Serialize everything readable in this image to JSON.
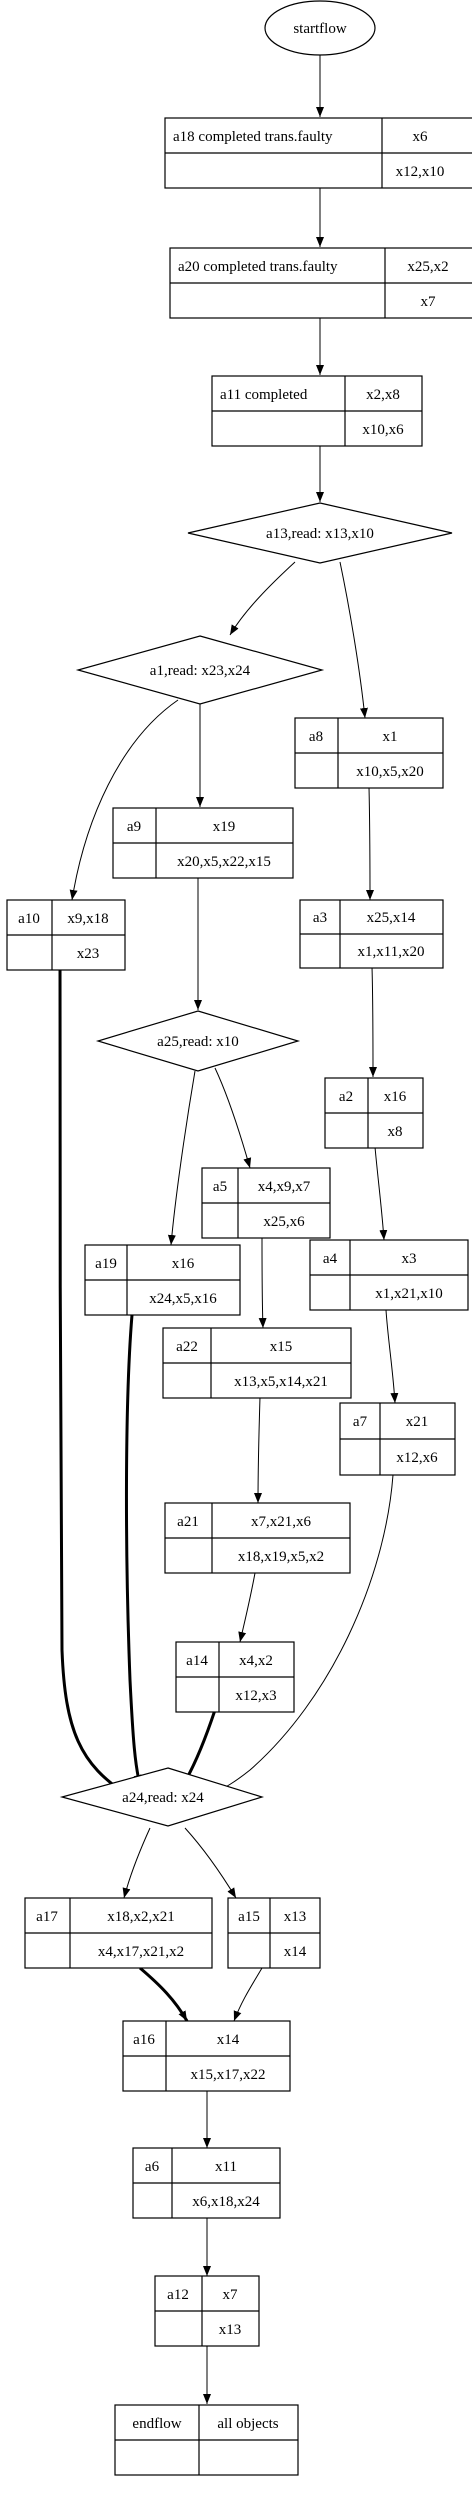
{
  "diagram": {
    "start": "startflow",
    "nodes": {
      "a18": {
        "label": "a18 completed trans.faulty",
        "writes": "x6",
        "reads": "x12,x10"
      },
      "a20": {
        "label": "a20 completed trans.faulty",
        "writes": "x25,x2",
        "reads": "x7"
      },
      "a11": {
        "label": "a11 completed",
        "writes": "x2,x8",
        "reads": "x10,x6"
      },
      "a8": {
        "label": "a8",
        "writes": "x1",
        "reads": "x10,x5,x20"
      },
      "a9": {
        "label": "a9",
        "writes": "x19",
        "reads": "x20,x5,x22,x15"
      },
      "a10": {
        "label": "a10",
        "writes": "x9,x18",
        "reads": "x23"
      },
      "a3": {
        "label": "a3",
        "writes": "x25,x14",
        "reads": "x1,x11,x20"
      },
      "a2": {
        "label": "a2",
        "writes": "x16",
        "reads": "x8"
      },
      "a5": {
        "label": "a5",
        "writes": "x4,x9,x7",
        "reads": "x25,x6"
      },
      "a19": {
        "label": "a19",
        "writes": "x16",
        "reads": "x24,x5,x16"
      },
      "a4": {
        "label": "a4",
        "writes": "x3",
        "reads": "x1,x21,x10"
      },
      "a22": {
        "label": "a22",
        "writes": "x15",
        "reads": "x13,x5,x14,x21"
      },
      "a7": {
        "label": "a7",
        "writes": "x21",
        "reads": "x12,x6"
      },
      "a21": {
        "label": "a21",
        "writes": "x7,x21,x6",
        "reads": "x18,x19,x5,x2"
      },
      "a14": {
        "label": "a14",
        "writes": "x4,x2",
        "reads": "x12,x3"
      },
      "a17": {
        "label": "a17",
        "writes": "x18,x2,x21",
        "reads": "x4,x17,x21,x2"
      },
      "a15": {
        "label": "a15",
        "writes": "x13",
        "reads": "x14"
      },
      "a16": {
        "label": "a16",
        "writes": "x14",
        "reads": "x15,x17,x22"
      },
      "a6": {
        "label": "a6",
        "writes": "x11",
        "reads": "x6,x18,x24"
      },
      "a12": {
        "label": "a12",
        "writes": "x7",
        "reads": "x13"
      },
      "end": {
        "label": "endflow",
        "writes": "all objects",
        "reads": ""
      }
    },
    "decisions": {
      "a13": "a13,read: x13,x10",
      "a1": "a1,read: x23,x24",
      "a25": "a25,read: x10",
      "a24": "a24,read: x24"
    },
    "edges": [
      {
        "from": "start",
        "to": "a18",
        "bold": false
      },
      {
        "from": "a18",
        "to": "a20",
        "bold": false
      },
      {
        "from": "a20",
        "to": "a11",
        "bold": false
      },
      {
        "from": "a11",
        "to": "a13",
        "bold": false
      },
      {
        "from": "a13",
        "to": "a1",
        "bold": false
      },
      {
        "from": "a13",
        "to": "a8",
        "bold": false
      },
      {
        "from": "a1",
        "to": "a10",
        "bold": false
      },
      {
        "from": "a1",
        "to": "a9",
        "bold": false
      },
      {
        "from": "a8",
        "to": "a3",
        "bold": false
      },
      {
        "from": "a9",
        "to": "a25",
        "bold": false
      },
      {
        "from": "a3",
        "to": "a2",
        "bold": false
      },
      {
        "from": "a25",
        "to": "a19",
        "bold": false
      },
      {
        "from": "a25",
        "to": "a5",
        "bold": false
      },
      {
        "from": "a2",
        "to": "a4",
        "bold": false
      },
      {
        "from": "a5",
        "to": "a22",
        "bold": false
      },
      {
        "from": "a4",
        "to": "a7",
        "bold": false
      },
      {
        "from": "a22",
        "to": "a21",
        "bold": false
      },
      {
        "from": "a21",
        "to": "a14",
        "bold": false
      },
      {
        "from": "a10",
        "to": "a24",
        "bold": true
      },
      {
        "from": "a19",
        "to": "a24",
        "bold": true
      },
      {
        "from": "a14",
        "to": "a24",
        "bold": true
      },
      {
        "from": "a7",
        "to": "a24",
        "bold": false
      },
      {
        "from": "a24",
        "to": "a17",
        "bold": false
      },
      {
        "from": "a24",
        "to": "a15",
        "bold": false
      },
      {
        "from": "a17",
        "to": "a16",
        "bold": true
      },
      {
        "from": "a15",
        "to": "a16",
        "bold": false
      },
      {
        "from": "a16",
        "to": "a6",
        "bold": false
      },
      {
        "from": "a6",
        "to": "a12",
        "bold": false
      },
      {
        "from": "a12",
        "to": "end",
        "bold": false
      }
    ]
  }
}
